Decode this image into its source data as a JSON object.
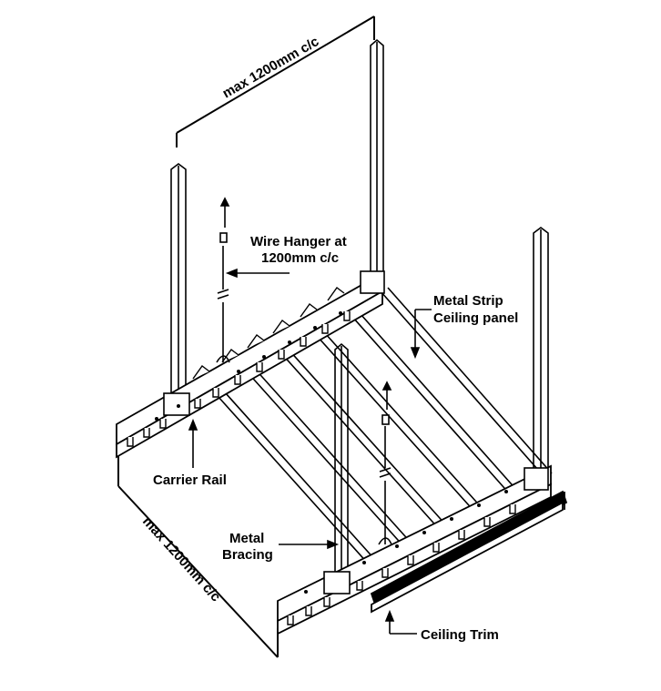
{
  "labels": {
    "dim_top": "max 1200mm c/c",
    "dim_side": "max 1200mm c/c",
    "wire_hanger_line1": "Wire Hanger at",
    "wire_hanger_line2": "1200mm c/c",
    "metal_strip_line1": "Metal Strip",
    "metal_strip_line2": "Ceiling panel",
    "carrier_rail": "Carrier Rail",
    "metal_bracing_line1": "Metal",
    "metal_bracing_line2": "Bracing",
    "ceiling_trim": "Ceiling Trim"
  },
  "colors": {
    "line": "#000000",
    "background": "#ffffff"
  }
}
